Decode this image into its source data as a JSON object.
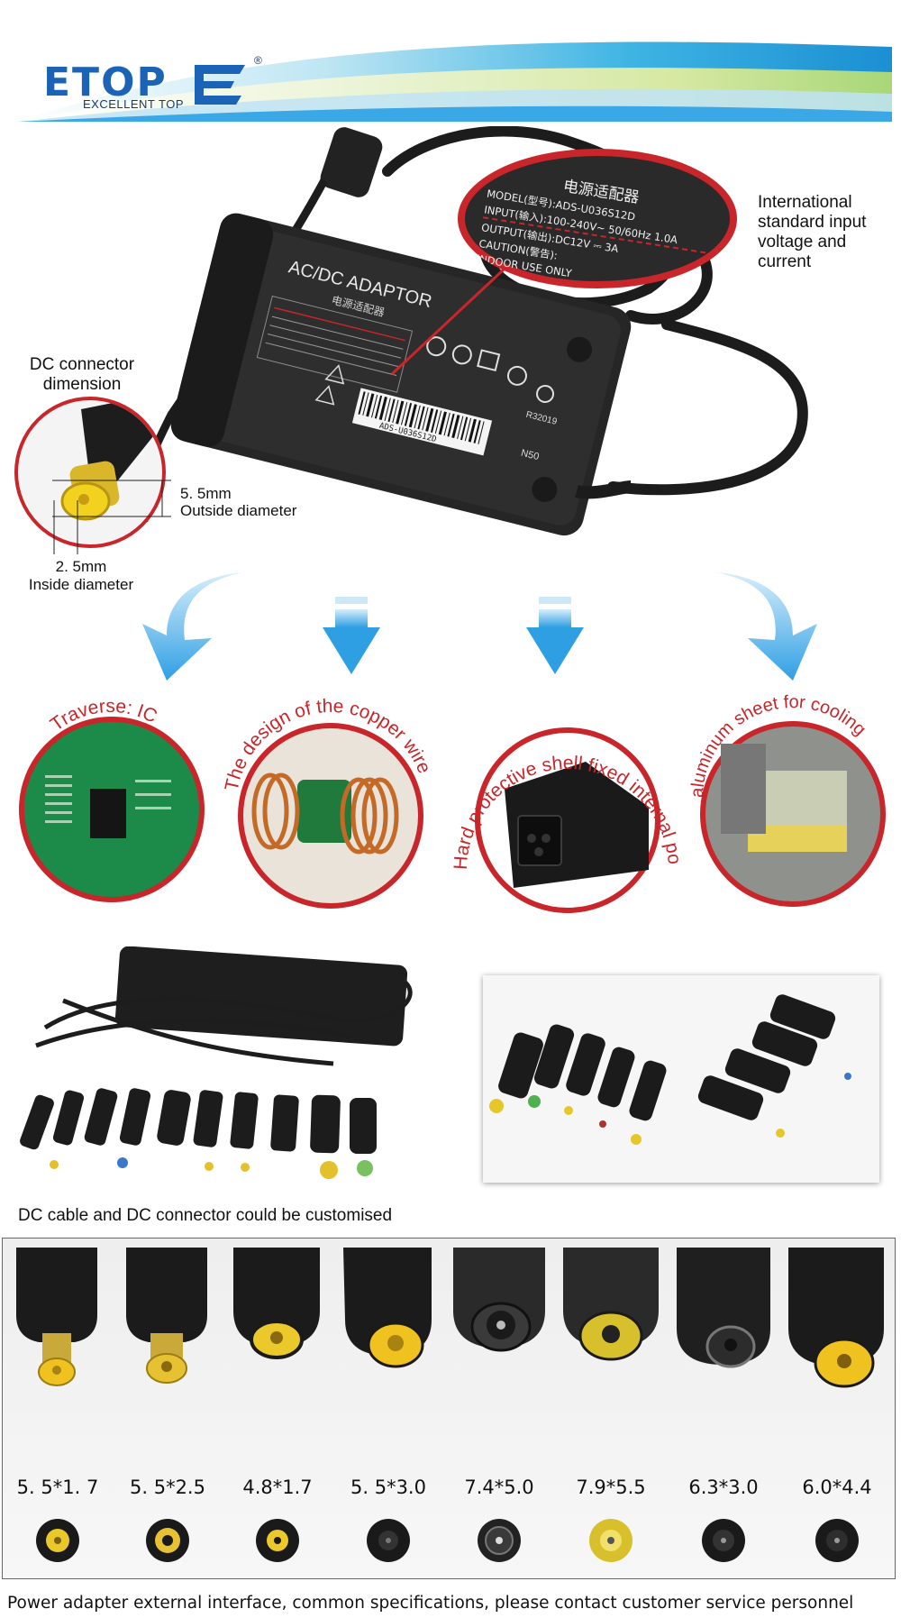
{
  "brand": {
    "name": "ETOP",
    "tagline": "EXCELLENT TOP",
    "registered_mark": "®"
  },
  "adapter_label": {
    "zoom_lines": [
      "电源适配器",
      "MODEL(型号):ADS-U036S12D",
      "INPUT(输入):100-240V~ 50/60Hz 1.0A",
      "OUTPUT(输出):DC12V ⎓ 3A",
      "CAUTION(警告):",
      "INDOOR USE ONLY"
    ],
    "body_title": "AC/DC ADAPTOR",
    "body_subtitle": "电源适配器",
    "barcode_text": "ADS-U036S12D",
    "cert_code": "R32019",
    "n50": "N50"
  },
  "annotations": {
    "international_standard": "International standard input voltage and current",
    "dc_connector_dimension": "DC connector dimension",
    "outside_measure": "5. 5mm",
    "outside_caption": "Outside diameter",
    "inside_measure": "2. 5mm",
    "inside_caption": "Inside diameter"
  },
  "features": [
    {
      "label": "Traverse: IC",
      "icon": "circuit-board-photo"
    },
    {
      "label": "The design of the copper wire",
      "icon": "copper-coil-photo"
    },
    {
      "label": "Hard protective shell fixed internal power board",
      "icon": "adapter-shell-photo"
    },
    {
      "label": "aluminum sheet for cooling",
      "icon": "heatsink-photo"
    }
  ],
  "customisation_caption": "DC cable and DC connector could be customised",
  "connectors": [
    {
      "size": "5. 5*1. 7",
      "tip_color": "#e9c92a"
    },
    {
      "size": "5. 5*2.5",
      "tip_color": "#e6c233"
    },
    {
      "size": "4.8*1.7",
      "tip_color": "#ebc92b"
    },
    {
      "size": "5. 5*3.0",
      "tip_color": "#efc21f"
    },
    {
      "size": "7.4*5.0",
      "tip_color": "#2a2a2a"
    },
    {
      "size": "7.9*5.5",
      "tip_color": "#d8c02c"
    },
    {
      "size": "6.3*3.0",
      "tip_color": "#2a2a2a"
    },
    {
      "size": "6.0*4.4",
      "tip_color": "#efc21f"
    }
  ],
  "footer_note": "Power adapter external interface, common specifications, please contact customer service personnel",
  "colors": {
    "brand_blue": "#1a63b6",
    "accent_red": "#c8262a",
    "arrow_blue": "#3aa7e6"
  }
}
